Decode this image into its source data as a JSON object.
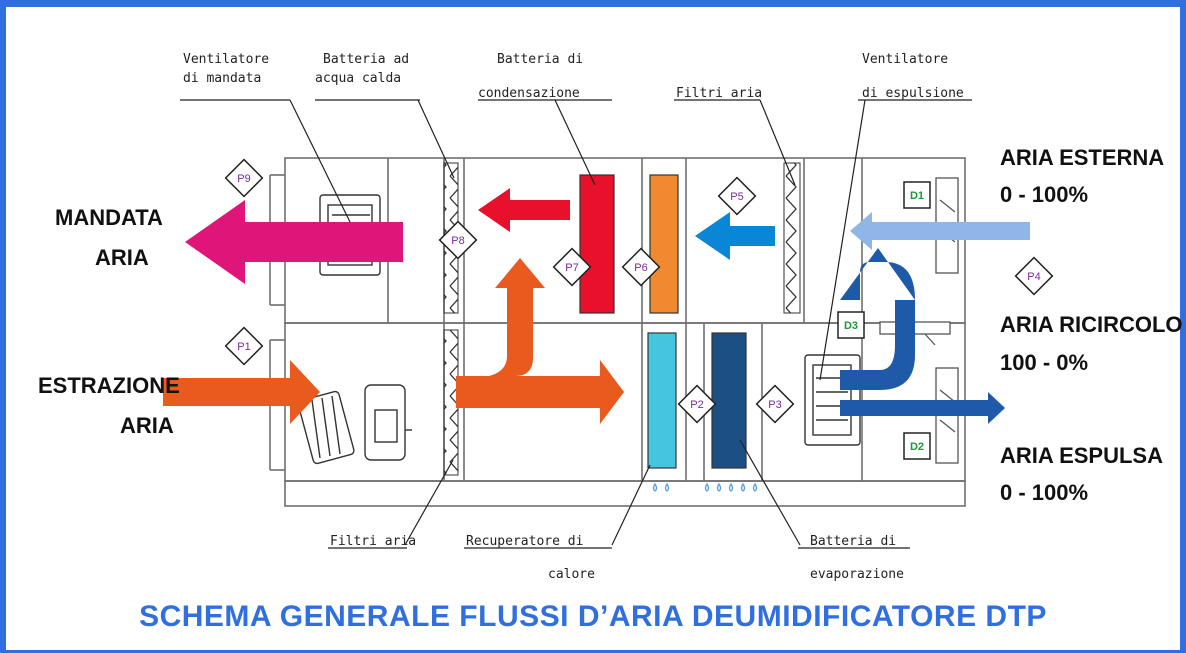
{
  "title": "SCHEMA GENERALE FLUSSI D’ARIA DEUMIDIFICATORE DTP",
  "colors": {
    "frame": "#2f6fe0",
    "title": "#2f6fe0",
    "supply_arrow": "#e0157a",
    "extract_arrow": "#e85a1e",
    "hot_water_coil": "#e8102a",
    "condenser_coil": "#f08a30",
    "fresh_air_arrow": "#0a86d6",
    "heat_recovery": "#45c6e0",
    "evaporator_coil": "#1c4f84",
    "recirc_arrow": "#1f5aa8",
    "outside_air_arrow": "#8fb6e6",
    "tag_purple": "#7a2a9a",
    "tag_green": "#1a9a3a"
  },
  "callouts": {
    "supply_fan": [
      "Ventilatore",
      "di mandata"
    ],
    "hot_water_coil": [
      "Batteria ad",
      "acqua calda"
    ],
    "condenser_coil": [
      "Batteria di",
      "condensazione"
    ],
    "air_filters_top": [
      "Filtri aria"
    ],
    "exhaust_fan": [
      "Ventilatore",
      "di espulsione"
    ],
    "air_filters_bottom": [
      "Filtri aria"
    ],
    "heat_recovery": [
      "Recuperatore di",
      "calore"
    ],
    "evaporator_coil": [
      "Batteria di",
      "evaporazione"
    ]
  },
  "flows": {
    "supply": [
      "MANDATA",
      "ARIA"
    ],
    "extract": [
      "ESTRAZIONE",
      "ARIA"
    ],
    "outside": [
      "ARIA ESTERNA",
      "0 - 100%"
    ],
    "recirc": [
      "ARIA RICIRCOLO",
      "100 - 0%"
    ],
    "exhaust": [
      "ARIA ESPULSA",
      "0 - 100%"
    ]
  },
  "points": {
    "P1": "P1",
    "P2": "P2",
    "P3": "P3",
    "P4": "P4",
    "P5": "P5",
    "P6": "P6",
    "P7": "P7",
    "P8": "P8",
    "P9": "P9"
  },
  "dampers": {
    "D1": "D1",
    "D2": "D2",
    "D3": "D3"
  }
}
